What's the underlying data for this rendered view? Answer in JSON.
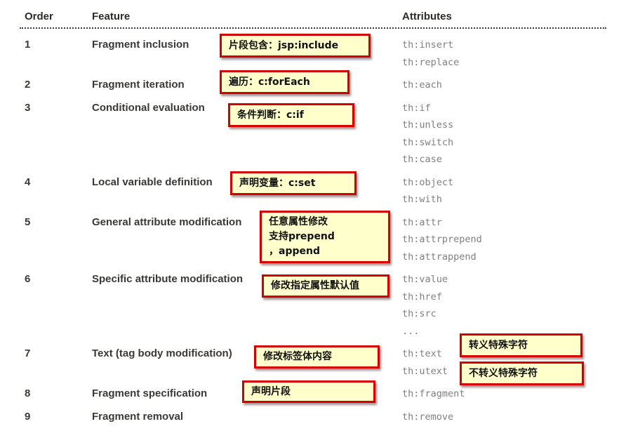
{
  "table": {
    "headers": {
      "order": "Order",
      "feature": "Feature",
      "attributes": "Attributes"
    },
    "rows": [
      {
        "order": "1",
        "feature": "Fragment inclusion",
        "attributes": [
          "th:insert",
          "th:replace"
        ]
      },
      {
        "order": "2",
        "feature": "Fragment iteration",
        "attributes": [
          "th:each"
        ]
      },
      {
        "order": "3",
        "feature": "Conditional evaluation",
        "attributes": [
          "th:if",
          "th:unless",
          "th:switch",
          "th:case"
        ]
      },
      {
        "order": "4",
        "feature": "Local variable definition",
        "attributes": [
          "th:object",
          "th:with"
        ]
      },
      {
        "order": "5",
        "feature": "General attribute modification",
        "attributes": [
          "th:attr",
          "th:attrprepend",
          "th:attrappend"
        ]
      },
      {
        "order": "6",
        "feature": "Specific attribute modification",
        "attributes": [
          "th:value",
          "th:href",
          "th:src",
          "..."
        ]
      },
      {
        "order": "7",
        "feature": "Text (tag body modification)",
        "attributes": [
          "th:text",
          "th:utext"
        ]
      },
      {
        "order": "8",
        "feature": "Fragment specification",
        "attributes": [
          "th:fragment"
        ]
      },
      {
        "order": "9",
        "feature": "Fragment removal",
        "attributes": [
          "th:remove"
        ]
      }
    ]
  },
  "annotations": [
    {
      "text": "片段包含：jsp:include"
    },
    {
      "text": "遍历：c:forEach"
    },
    {
      "text": "条件判断：c:if"
    },
    {
      "text": "声明变量：c:set"
    },
    {
      "text": "任意属性修改\n支持prepend\n，append"
    },
    {
      "text": "修改指定属性默认值"
    },
    {
      "text": "修改标签体内容"
    },
    {
      "text": "转义特殊字符"
    },
    {
      "text": "不转义特殊字符"
    },
    {
      "text": "声明片段"
    }
  ]
}
